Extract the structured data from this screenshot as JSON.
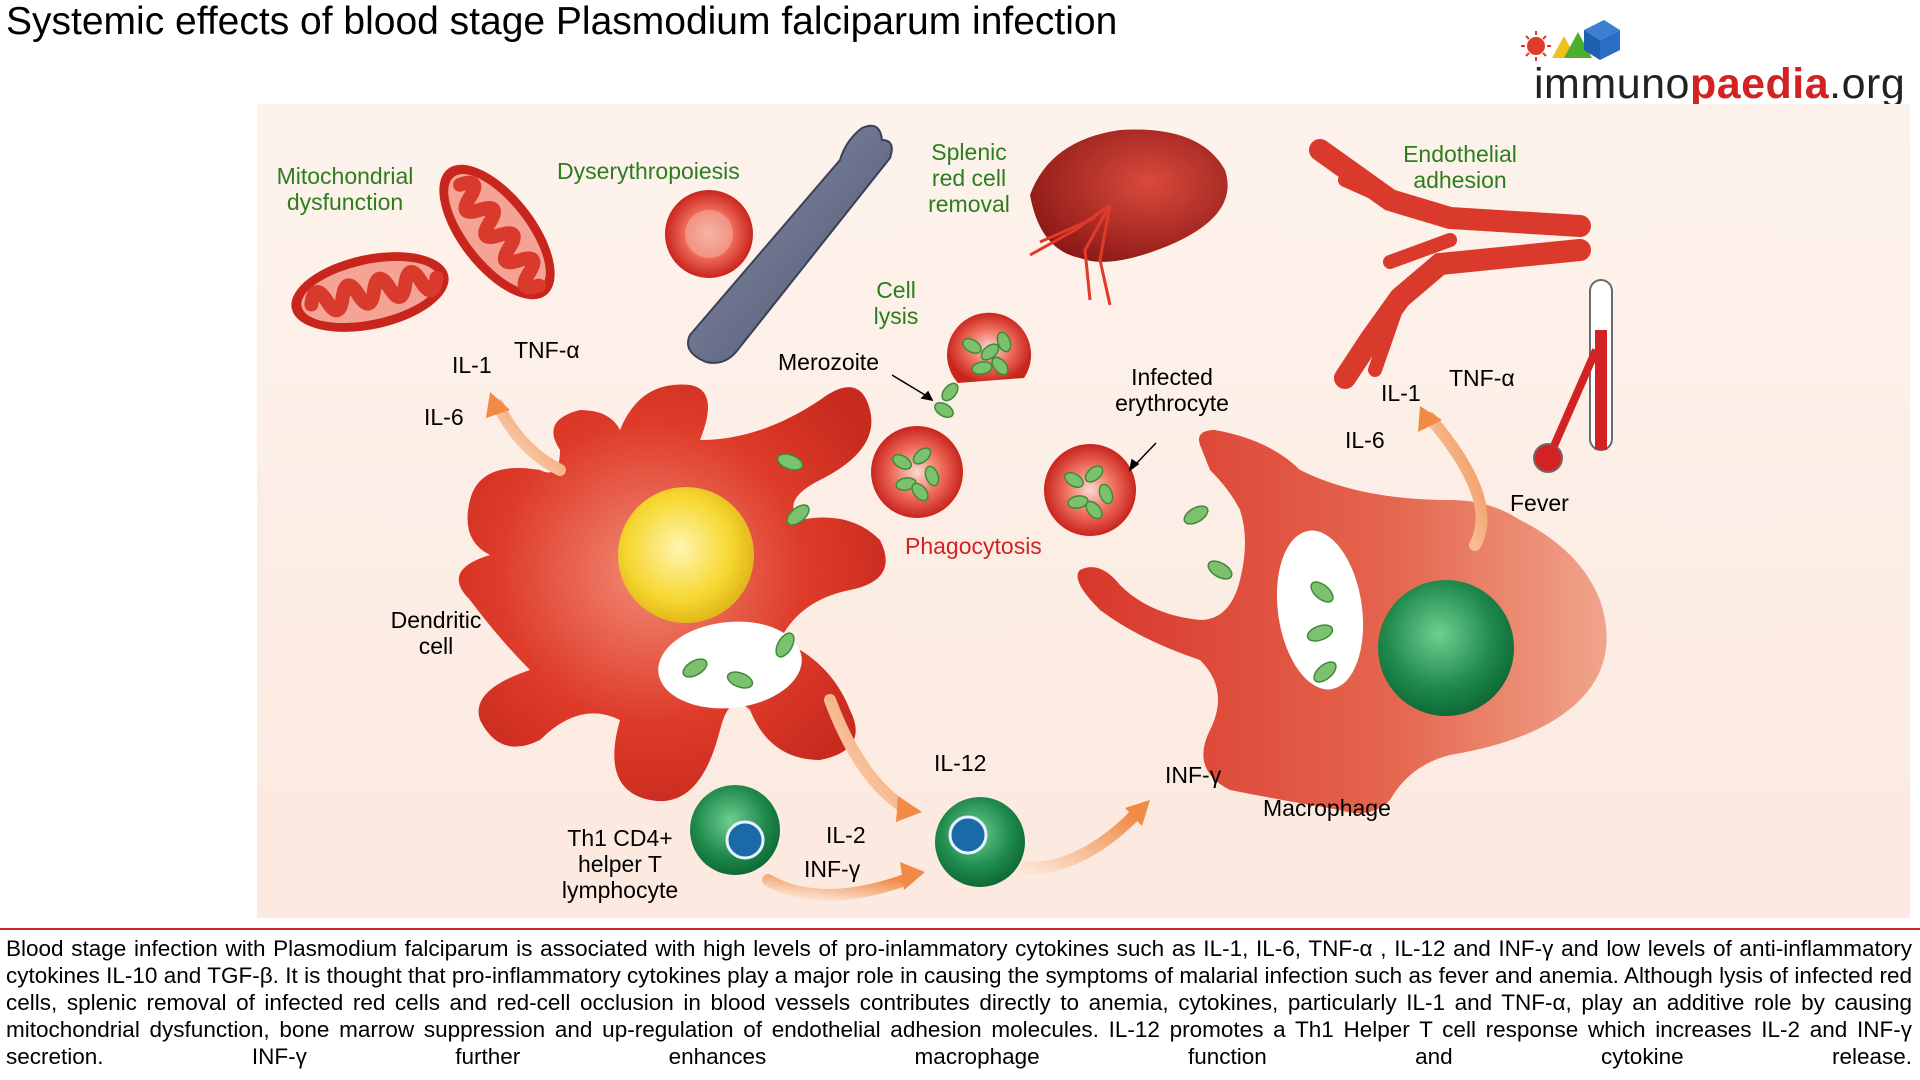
{
  "title": "Systemic effects of blood stage Plasmodium falciparum infection",
  "logo": {
    "part1": "immuno",
    "part2": "paedia",
    "part3": ".org"
  },
  "labels": {
    "mitochondrial_dysfunction": "Mitochondrial dysfunction",
    "dyserythropoiesis": "Dyserythropoiesis",
    "splenic_removal": "Splenic red cell removal",
    "endothelial_adhesion": "Endothelial adhesion",
    "cell_lysis": "Cell lysis",
    "merozoite": "Merozoite",
    "infected_erythrocyte": "Infected erythrocyte",
    "phagocytosis": "Phagocytosis",
    "fever": "Fever",
    "dendritic_cell": "Dendritic cell",
    "macrophage": "Macrophage",
    "th1": "Th1 CD4+ helper T lymphocyte"
  },
  "cytokines": {
    "dc_il1": "IL-1",
    "dc_tnf": "TNF-α",
    "dc_il6": "IL-6",
    "mac_il1": "IL-1",
    "mac_tnf": "TNF-α",
    "mac_il6": "IL-6",
    "il12": "IL-12",
    "il2": "IL-2",
    "infg_th1": "INF-γ",
    "infg_mac": "INF-γ"
  },
  "caption": "Blood stage infection with Plasmodium falciparum is associated with high levels of pro-inlammatory cytokines such as IL-1, IL-6, TNF-α , IL-12 and INF-γ and low levels of anti-inflammatory cytokines IL-10 and TGF-β. It is thought that pro-inflammatory cytokines play a major role in causing the symptoms of malarial infection such as fever and anemia. Although lysis of infected red cells, splenic removal of infected red cells and red-cell occlusion in blood vessels contributes directly to anemia, cytokines, particularly IL-1 and TNF-α, play an additive role by causing mitochondrial dysfunction, bone marrow suppression and up-regulation of endothelial adhesion molecules. IL-12 promotes a Th1 Helper T cell response which increases IL-2 and INF-γ secretion. INF-γ further enhances macrophage function and cytokine release.",
  "colors": {
    "cell_red": "#d93a2b",
    "nucleus_yellow": "#f6d730",
    "tcell_green": "#1f8a4c",
    "parasite_green": "#7cc26e",
    "arrow_orange": "#f29a5a"
  }
}
